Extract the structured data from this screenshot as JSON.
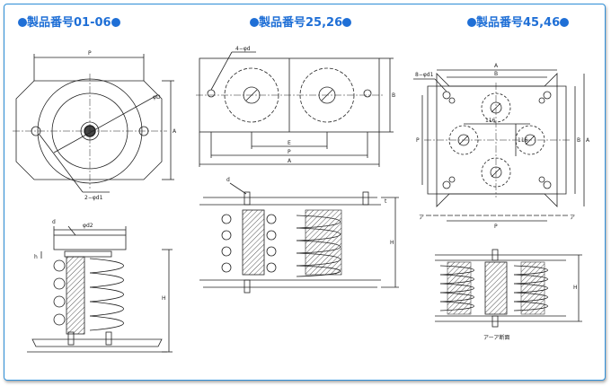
{
  "titles": {
    "t1": "製品番号01-06",
    "t2": "製品番号25,26",
    "t3": "製品番号45,46"
  },
  "labels1": {
    "P": "P",
    "phiD": "φD",
    "A": "A",
    "holes": "2−φd1",
    "d": "d",
    "phid2": "φd2",
    "h": "h",
    "H": "H"
  },
  "labels2": {
    "holes": "4−φd",
    "B": "B",
    "E": "E",
    "P": "P",
    "A": "A",
    "d": "d",
    "t": "t",
    "H": "H"
  },
  "labels3": {
    "holes": "8−φd1",
    "A": "A",
    "B": "B",
    "l116_top": "116",
    "l116_side": "116",
    "P_top": "P",
    "P_left": "P",
    "B_right": "B",
    "A_right": "A",
    "sec_left": "ア",
    "sec_right": "ア",
    "H": "H",
    "caption": "アーア断面"
  },
  "colors": {
    "accent": "#1f6fd6",
    "frame": "#2f8fd8",
    "line": "#222222",
    "hatch": "#555555"
  }
}
